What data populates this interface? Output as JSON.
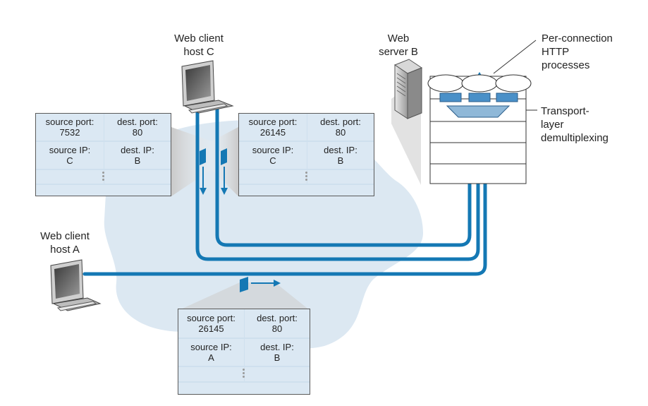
{
  "labels": {
    "host_c": [
      "Web client",
      "host C"
    ],
    "host_a": [
      "Web client",
      "host A"
    ],
    "server_b": [
      "Web",
      "server B"
    ],
    "per_connection": [
      "Per-connection",
      "HTTP",
      "processes"
    ],
    "transport": [
      "Transport-",
      "layer",
      "demultiplexing"
    ]
  },
  "packets": {
    "left": {
      "source_port": [
        "source port:",
        "7532"
      ],
      "dest_port": [
        "dest. port:",
        "80"
      ],
      "source_ip": [
        "source IP:",
        "C"
      ],
      "dest_ip": [
        "dest. IP:",
        "B"
      ]
    },
    "middle": {
      "source_port": [
        "source port:",
        "26145"
      ],
      "dest_port": [
        "dest. port:",
        "80"
      ],
      "source_ip": [
        "source IP:",
        "C"
      ],
      "dest_ip": [
        "dest. IP:",
        "B"
      ]
    },
    "bottom": {
      "source_port": [
        "source port:",
        "26145"
      ],
      "dest_port": [
        "dest. port:",
        "80"
      ],
      "source_ip": [
        "source IP:",
        "A"
      ],
      "dest_ip": [
        "dest. IP:",
        "B"
      ]
    }
  },
  "colors": {
    "link": "#1478b4",
    "cloud": "#dce8f2",
    "packet_fill": "#dbe8f3"
  }
}
